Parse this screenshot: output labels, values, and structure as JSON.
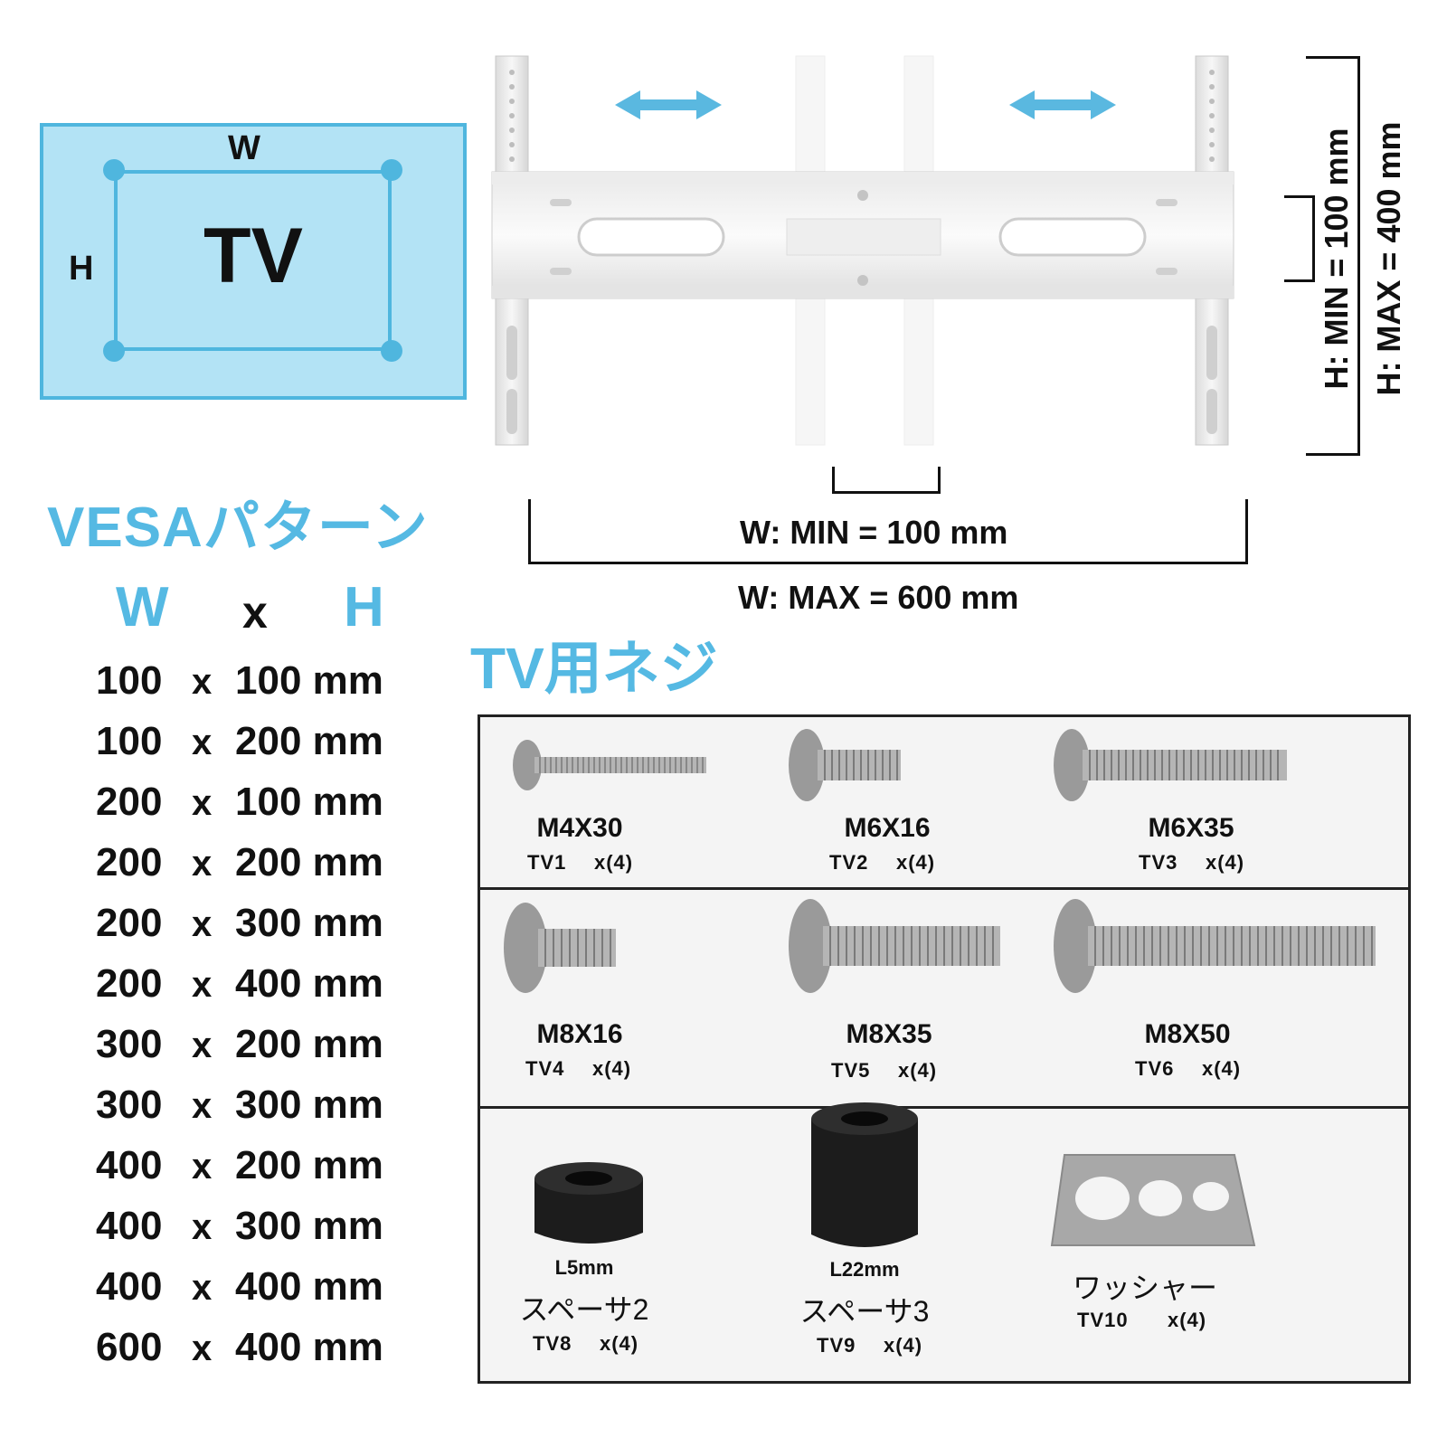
{
  "tv_diagram": {
    "tv_label": "TV",
    "w_label": "W",
    "h_label": "H"
  },
  "vesa": {
    "title": "VESAパターン",
    "head_w": "W",
    "head_x": "x",
    "head_h": "H",
    "rows": [
      {
        "w": "100",
        "x": "x",
        "h": "100 mm"
      },
      {
        "w": "100",
        "x": "x",
        "h": "200 mm"
      },
      {
        "w": "200",
        "x": "x",
        "h": "100 mm"
      },
      {
        "w": "200",
        "x": "x",
        "h": "200 mm"
      },
      {
        "w": "200",
        "x": "x",
        "h": "300 mm"
      },
      {
        "w": "200",
        "x": "x",
        "h": "400 mm"
      },
      {
        "w": "300",
        "x": "x",
        "h": "200 mm"
      },
      {
        "w": "300",
        "x": "x",
        "h": "300 mm"
      },
      {
        "w": "400",
        "x": "x",
        "h": "200 mm"
      },
      {
        "w": "400",
        "x": "x",
        "h": "300 mm"
      },
      {
        "w": "400",
        "x": "x",
        "h": "400 mm"
      },
      {
        "w": "600",
        "x": "x",
        "h": "400 mm"
      }
    ]
  },
  "dimensions": {
    "w_min": "W: MIN  = 100 mm",
    "w_max": "W: MAX = 600 mm",
    "h_min": "H: MIN = 100 mm",
    "h_max": "H: MAX = 400 mm"
  },
  "screws": {
    "title": "TV用ネジ",
    "items": [
      {
        "name": "M4X30",
        "id": "TV1",
        "qty": "x(4)"
      },
      {
        "name": "M6X16",
        "id": "TV2",
        "qty": "x(4)"
      },
      {
        "name": "M6X35",
        "id": "TV3",
        "qty": "x(4)"
      },
      {
        "name": "M8X16",
        "id": "TV4",
        "qty": "x(4)"
      },
      {
        "name": "M8X35",
        "id": "TV5",
        "qty": "x(4)"
      },
      {
        "name": "M8X50",
        "id": "TV6",
        "qty": "x(4)"
      }
    ],
    "spacers": [
      {
        "size": "L5mm",
        "name": "スペーサ2",
        "id": "TV8",
        "qty": "x(4)"
      },
      {
        "size": "L22mm",
        "name": "スペーサ3",
        "id": "TV9",
        "qty": "x(4)"
      },
      {
        "name": "ワッシャー",
        "id": "TV10",
        "qty": "x(4)"
      }
    ]
  },
  "colors": {
    "accent": "#55b9e3",
    "tv_fill": "#b3e3f5",
    "tv_border": "#4fb6de",
    "arrow": "#5ab8e0",
    "panel_bg": "#f4f4f4"
  }
}
